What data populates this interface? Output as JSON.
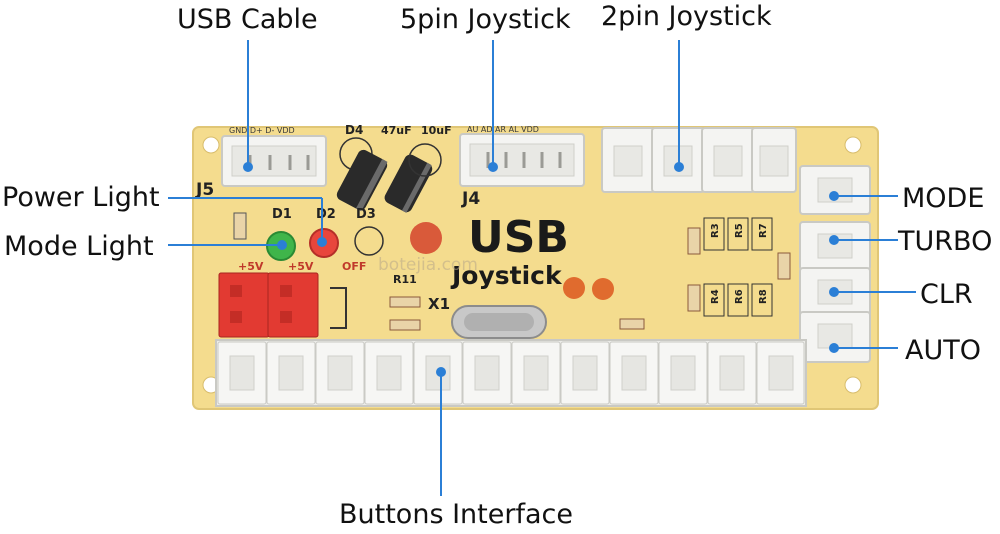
{
  "callouts": {
    "usb_cable": "USB Cable",
    "five_pin_joystick": "5pin Joystick",
    "two_pin_joystick": "2pin Joystick",
    "power_light": "Power Light",
    "mode_light": "Mode Light",
    "mode": "MODE",
    "turbo": "TURBO",
    "clr": "CLR",
    "auto": "AUTO",
    "buttons_interface": "Buttons Interface"
  },
  "board": {
    "usb_text": "USB",
    "joystick_text": "Joystick",
    "j5": "J5",
    "j4": "J4",
    "x1": "X1",
    "usb_pins": "GND D+  D-  VDD",
    "joystick_pins": "AU  AD  AR  AL VDD",
    "d1": "D1",
    "d2": "D2",
    "d3": "D3",
    "d4": "D4",
    "cap1": "47uF",
    "cap2": "10uF",
    "plus5v_a": "+5V",
    "plus5v_b": "+5V",
    "off": "OFF",
    "r11": "R11",
    "resistors_top": [
      "R3",
      "R5",
      "R7"
    ],
    "resistors_bottom": [
      "R4",
      "R6",
      "R8"
    ],
    "watermark": "botejia.com"
  },
  "colors": {
    "board": "#f4dc8e",
    "connector": "#f4f4f2",
    "red_switch": "#e23a32",
    "callout_line": "#2b7fd6",
    "cap": "#2a2a2a",
    "led_green": "#3fb54a",
    "led_red": "#e8463c"
  }
}
